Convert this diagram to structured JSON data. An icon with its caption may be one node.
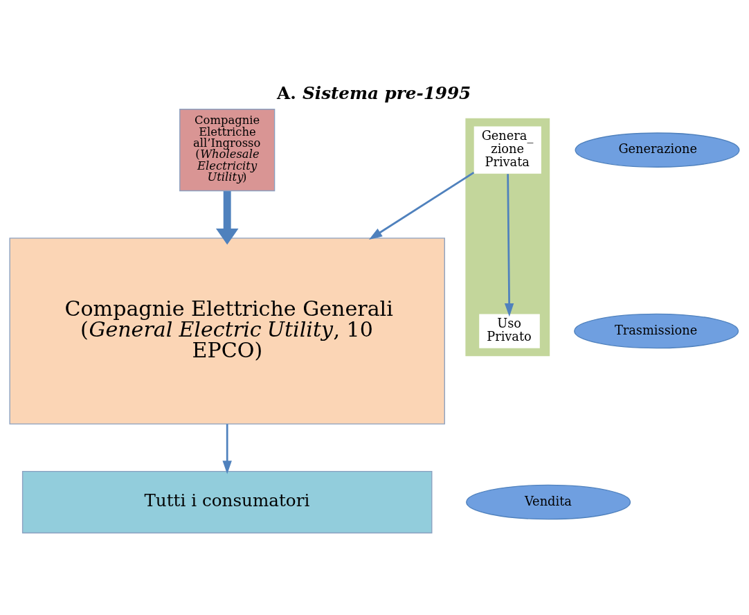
{
  "diagram": {
    "title": "A. *Sistema pre-1995*",
    "nodes": [
      {
        "text": [
          "Compagnie Elettriche Generali (*General Electric Utility*, 10 EPCO)"
        ]
      },
      {
        "text": [
          "Generazione"
        ]
      },
      {
        "text": [
          "Trasmissione"
        ]
      },
      {
        "text": [
          "Vendita"
        ]
      },
      {
        "text": [
          "Compagnie Elettriche all’Ingrosso (*Wholesale Electricity Utility*)"
        ]
      },
      {
        "text": [],
        "shape": "bar"
      },
      {
        "text": [
          "Genera_ zione Privata"
        ],
        "in": 5
      },
      {
        "text": [
          "Uso Privato"
        ],
        "in": 5
      },
      {
        "text": [
          "Tutti i consumatori"
        ]
      }
    ],
    "edges": [
      {
        "from": 4,
        "to": 0,
        "arrow": "to",
        "style": "thick"
      },
      {
        "from": 6,
        "to": 0,
        "arrow": "to"
      },
      {
        "from": 6,
        "to": 7,
        "arrow": "to"
      },
      {
        "from": 0,
        "to": 8,
        "arrow": "to"
      }
    ]
  }
}
